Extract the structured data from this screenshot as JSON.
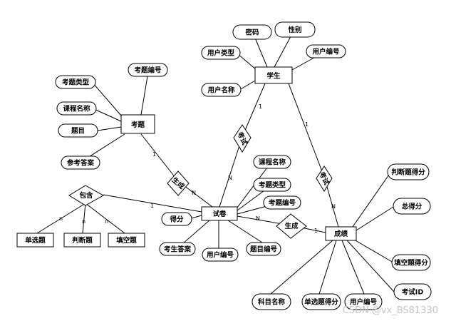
{
  "entities": {
    "exam_question": "考题",
    "student": "学生",
    "paper": "试卷",
    "score": "成绩",
    "single_choice": "单选题",
    "true_false": "判断题",
    "fill_blank": "填空题"
  },
  "relationships": {
    "generate_paper": "生成",
    "exam_take": "考试",
    "exam_result": "考试",
    "include": "包含",
    "generate_score": "生成"
  },
  "attributes": {
    "question_type": "考题类型",
    "course_name": "课程名称",
    "question_title": "题目",
    "reference_answer": "参考答案",
    "question_id": "考题编号",
    "password": "密码",
    "gender": "性别",
    "user_type": "用户类型",
    "user_name": "用户名称",
    "user_id": "用户编号",
    "paper_course_name": "课程名称",
    "paper_question_type": "考题类型",
    "paper_question_id": "考题编号",
    "paper_score": "得分",
    "student_answer": "考生答案",
    "paper_user_id": "用户编号",
    "item_id": "题目编号",
    "tf_score": "判断题得分",
    "total_score": "总得分",
    "fill_score": "填空题得分",
    "exam_id": "考试ID",
    "subject_name": "科目名称",
    "single_score": "单选题得分",
    "score_user_id": "用户编号"
  },
  "cardinality": {
    "q_gen_one": "1",
    "gen_paper_many": "N",
    "stu_take_one": "1",
    "take_paper_many": "N",
    "stu_result_one": "1",
    "result_score_many": "N",
    "include_paper_one": "1",
    "include_single": "n",
    "include_tf": "n",
    "include_fill": "n",
    "paper_gen_many": "N",
    "gen_score_one": "1"
  },
  "watermark": "CSDN @vx_BS81330"
}
